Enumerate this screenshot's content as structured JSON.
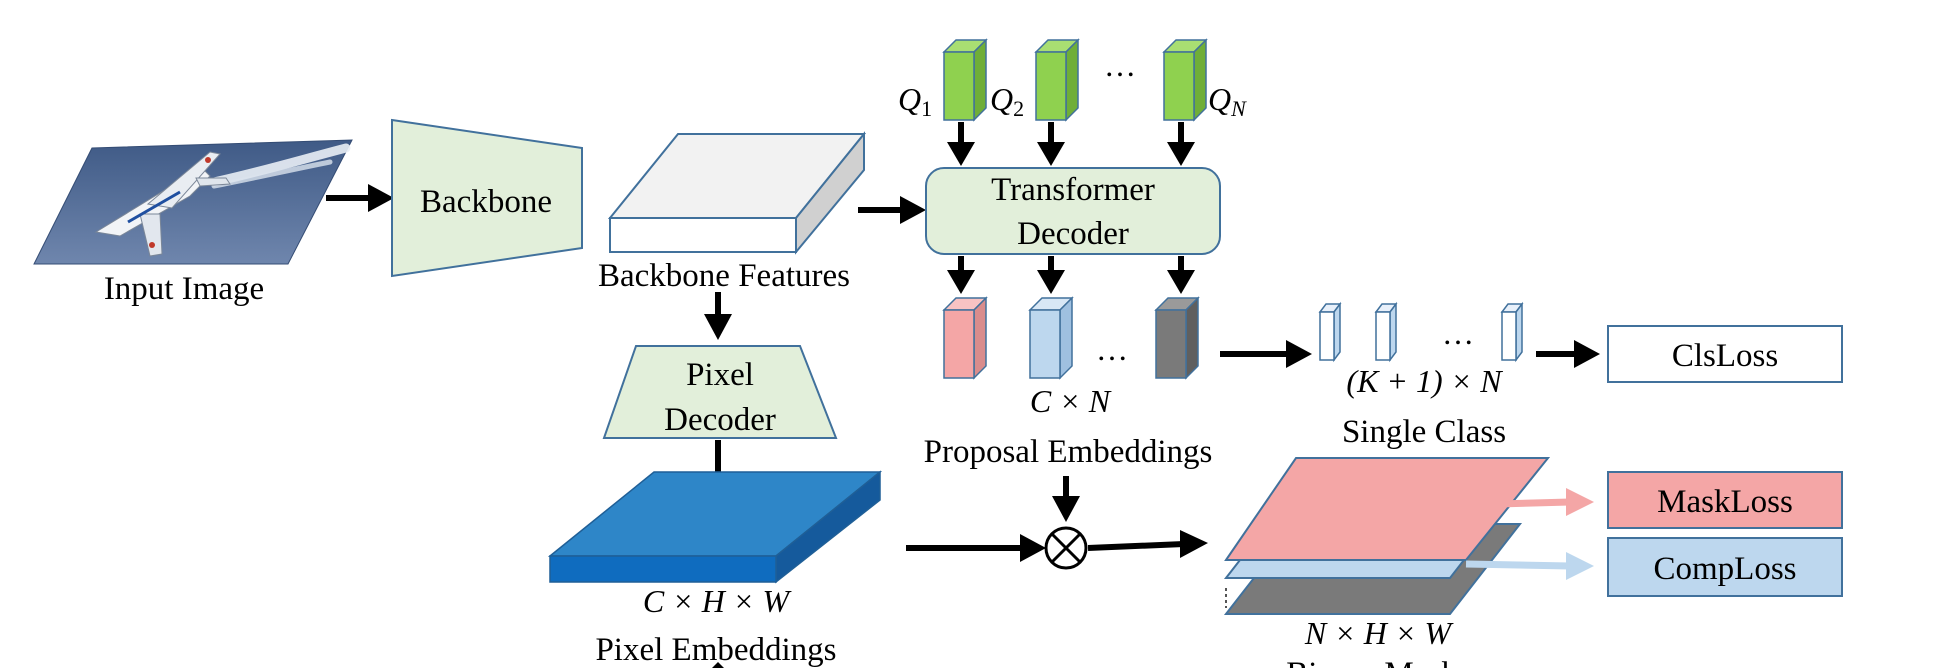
{
  "labels": {
    "input_image": "Input Image",
    "backbone": "Backbone",
    "backbone_features": "Backbone Features",
    "transformer_line1": "Transformer",
    "transformer_line2": "Decoder",
    "pixel_decoder_line1": "Pixel",
    "pixel_decoder_line2": "Decoder",
    "pixel_embeddings": "Pixel Embeddings",
    "pixel_embeddings_dims": "C × H × W",
    "proposal_embeddings": "Proposal Embeddings",
    "proposal_dims": "C × N",
    "single_class": "Single Class",
    "single_class_dims": "(K + 1) × N",
    "binary_mask_dims": "N × H × W",
    "binary_mask_partial": "Binary Mask",
    "cls_loss": "ClsLoss",
    "mask_loss": "MaskLoss",
    "comp_loss": "CompLoss",
    "dots": "…",
    "multiply": "⊗"
  },
  "queries": [
    {
      "name": "Q",
      "sub": "1"
    },
    {
      "name": "Q",
      "sub": "2"
    },
    {
      "name": "Q",
      "sub": "N"
    }
  ],
  "colors": {
    "query_green": "#8fd14f",
    "decoder_fill": "#e2efda",
    "box_stroke": "#41719c",
    "pixel_blue": "#2e86c8",
    "mask_red": "#f4a6a6",
    "comp_blue": "#bdd7ee",
    "gray": "#7a7a7a",
    "sky": "#4f6791"
  }
}
